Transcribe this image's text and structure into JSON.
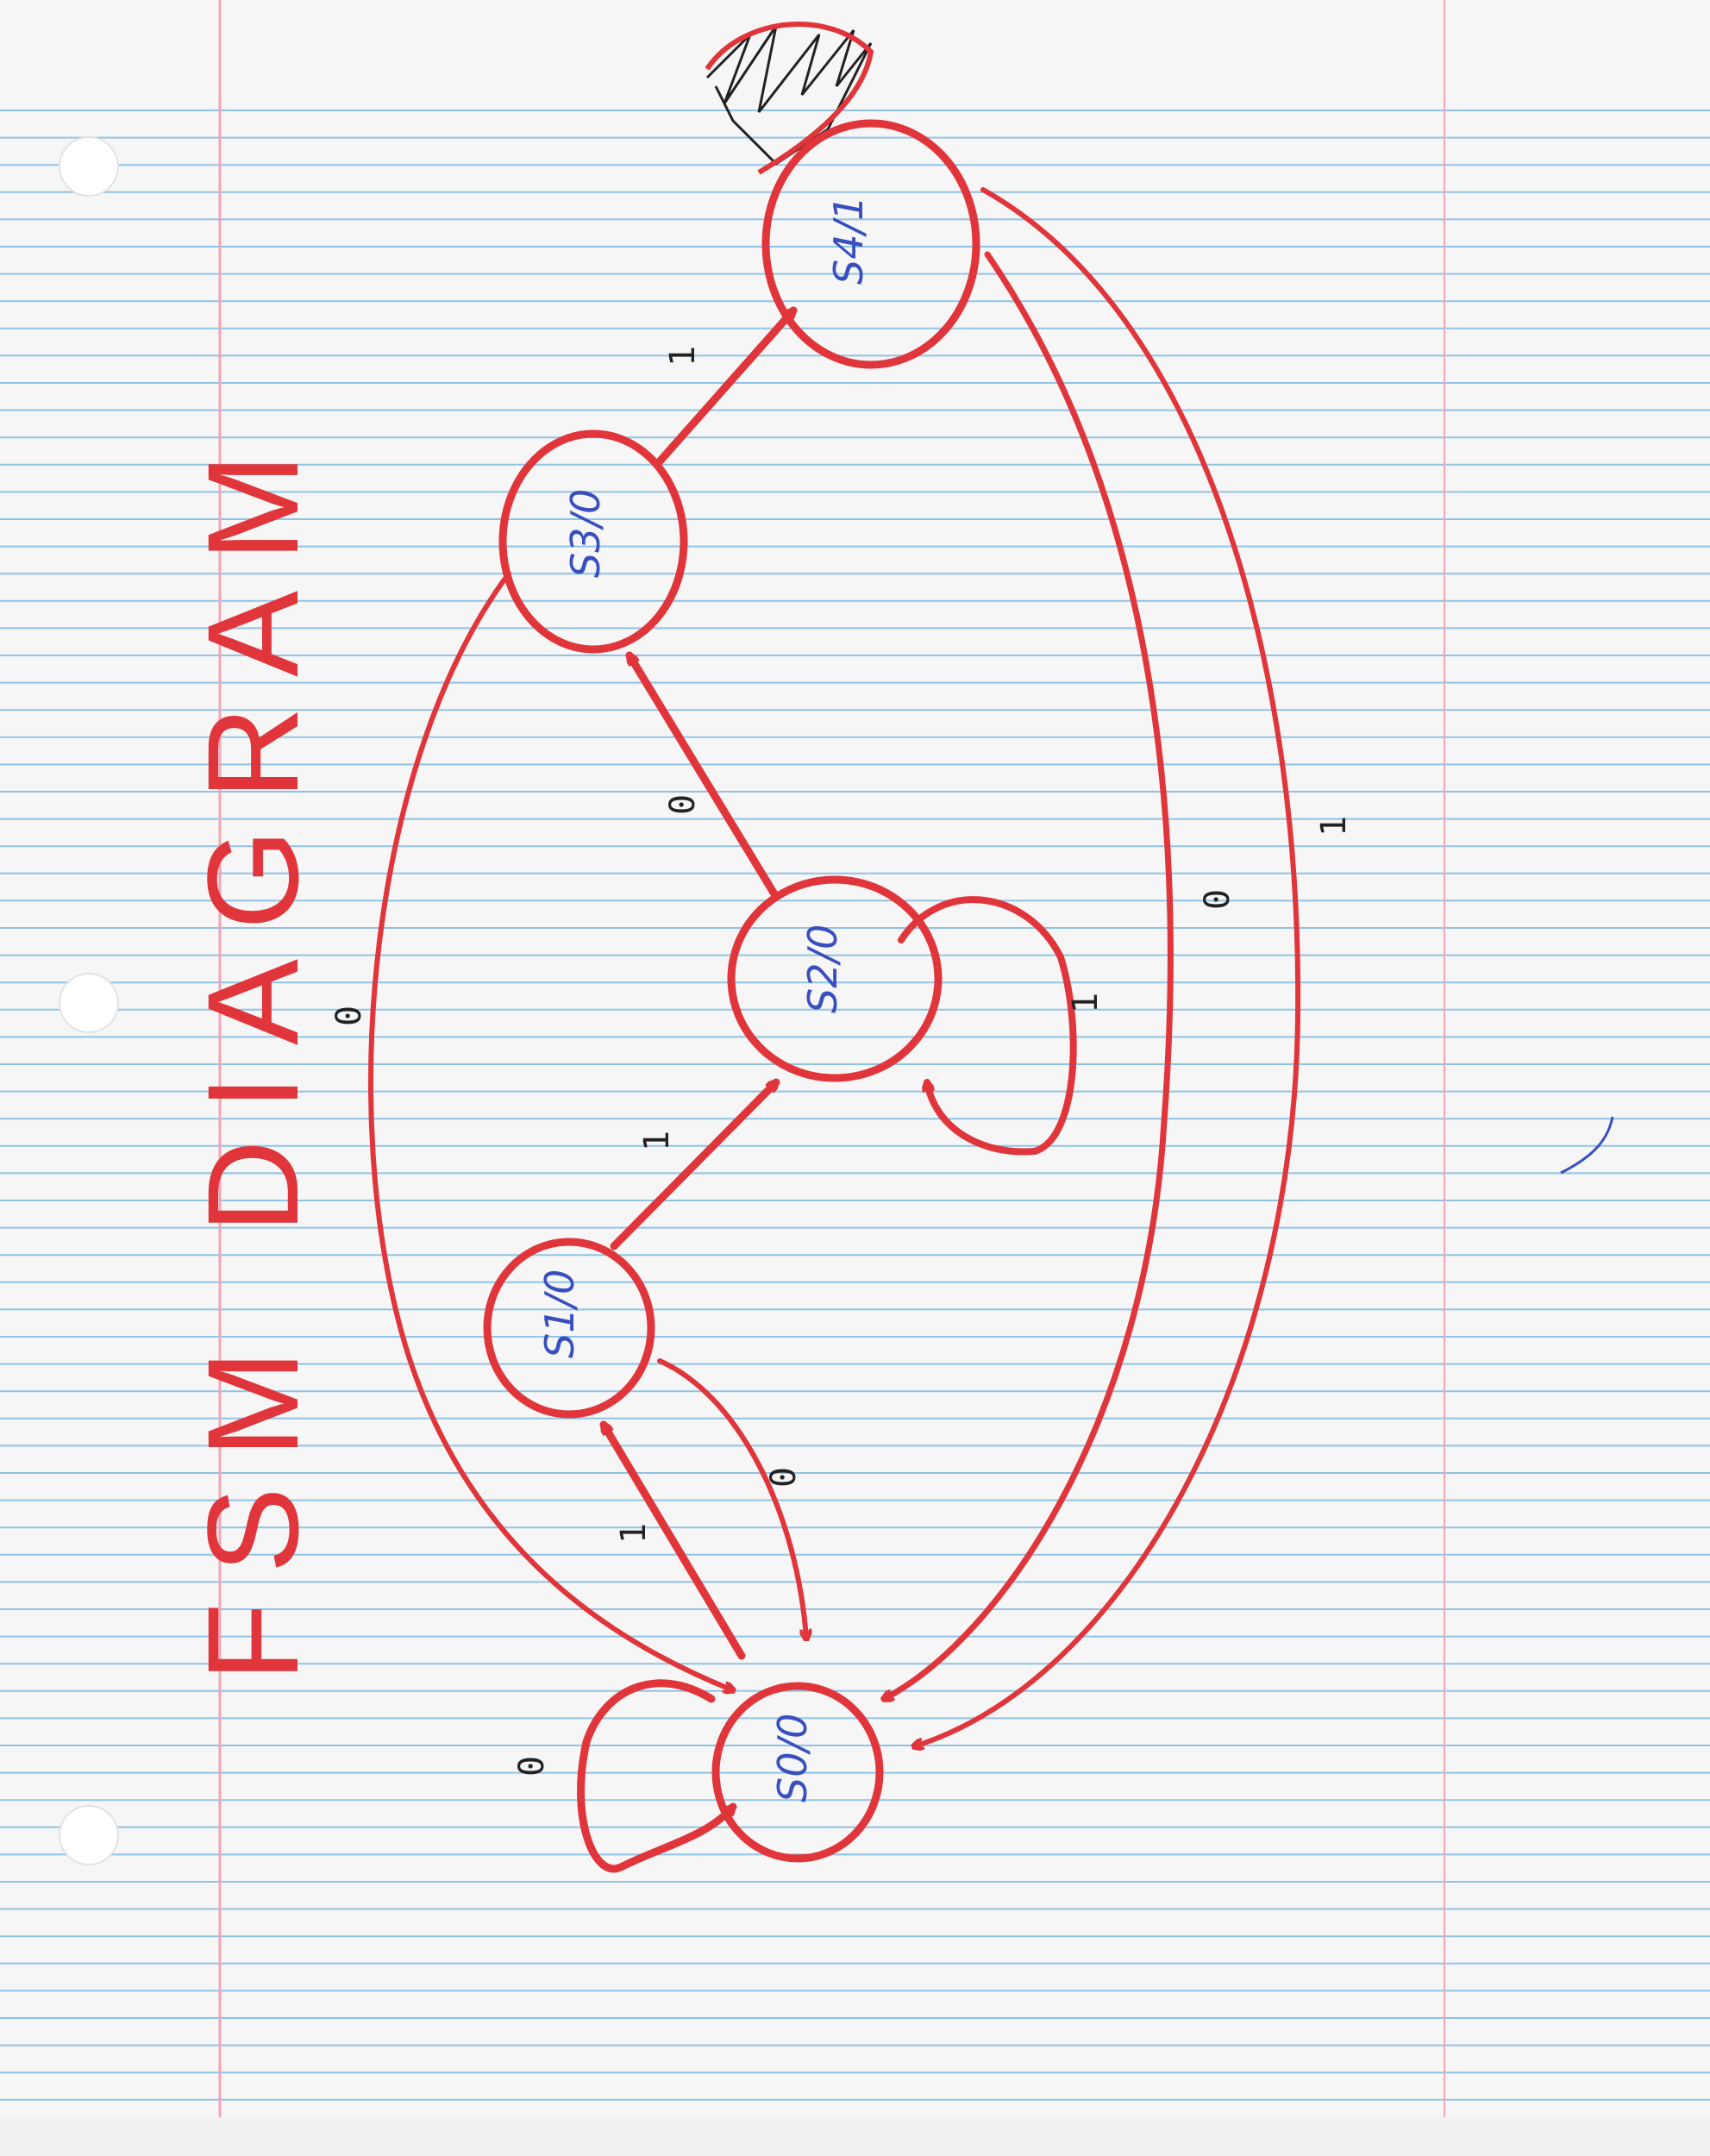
{
  "title": {
    "word1": "FSM",
    "word2": "DIAGRAM"
  },
  "states": [
    {
      "id": "S0",
      "label": "S0/0"
    },
    {
      "id": "S1",
      "label": "S1/0"
    },
    {
      "id": "S2",
      "label": "S2/0"
    },
    {
      "id": "S3",
      "label": "S3/0"
    },
    {
      "id": "S4",
      "label": "S4/1"
    }
  ],
  "transitions": [
    {
      "from": "S0",
      "to": "S0",
      "label": "0"
    },
    {
      "from": "S0",
      "to": "S1",
      "label": "1"
    },
    {
      "from": "S1",
      "to": "S0",
      "label": "0"
    },
    {
      "from": "S1",
      "to": "S2",
      "label": "1"
    },
    {
      "from": "S2",
      "to": "S2",
      "label": "1"
    },
    {
      "from": "S2",
      "to": "S3",
      "label": "0"
    },
    {
      "from": "S3",
      "to": "S0",
      "label": "0"
    },
    {
      "from": "S3",
      "to": "S4",
      "label": "1"
    },
    {
      "from": "S4",
      "to": "S0",
      "label": "0"
    },
    {
      "from": "S4",
      "to": "S0",
      "label": "1"
    }
  ],
  "colors": {
    "ink_red": "#e0353a",
    "ink_blue": "#3a4fbf",
    "rule_blue": "#8fc3e6",
    "margin_pink": "#f0a6b4",
    "paper": "#f6f6f6"
  }
}
